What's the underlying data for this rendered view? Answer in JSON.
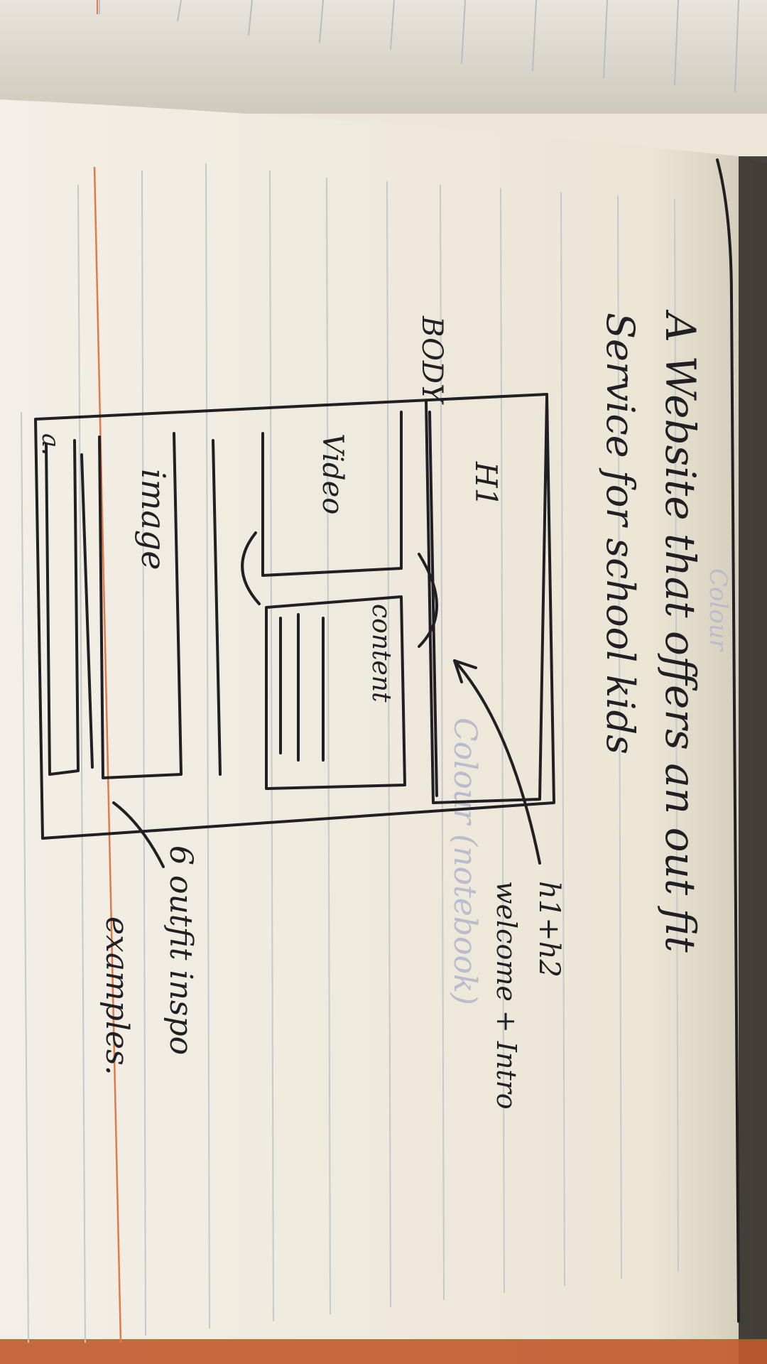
{
  "notebook": {
    "title_line_1": "A Website that offers an out fit",
    "title_line_2": "Service for school kids",
    "annotation_headings": "h1+h2",
    "annotation_welcome": "welcome + Intro",
    "annotation_outfits_1": "6 outfit inspo",
    "annotation_outfits_2": "examples.",
    "faint_scribble_1": "Colour",
    "faint_scribble_2": "Colour (notebook)"
  },
  "wireframe": {
    "body_label": "BODY",
    "h1_label": "H1",
    "video_label": "Video",
    "content_label": "content",
    "image_label": "image",
    "footer_label": "a."
  },
  "colors": {
    "paper": "#ede7d9",
    "ink": "#1f1f24",
    "rule_lines": "#c6c8cc",
    "margin_line": "#e07a4a"
  }
}
